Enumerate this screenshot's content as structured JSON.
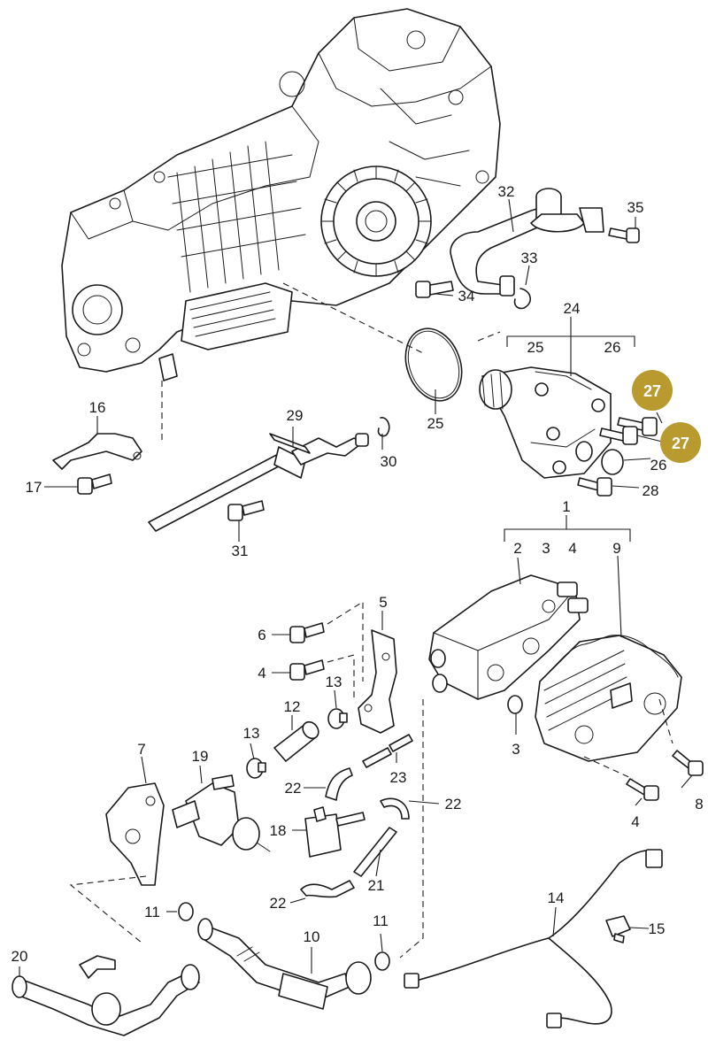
{
  "diagram": {
    "labels": {
      "l1": "1",
      "l2": "2",
      "l3a": "3",
      "l3b": "3",
      "l4a": "4",
      "l4b": "4",
      "l4c": "4",
      "l5": "5",
      "l6": "6",
      "l7": "7",
      "l8": "8",
      "l9": "9",
      "l10": "10",
      "l11a": "11",
      "l11b": "11",
      "l12": "12",
      "l13a": "13",
      "l13b": "13",
      "l14": "14",
      "l15": "15",
      "l16": "16",
      "l17": "17",
      "l18": "18",
      "l19": "19",
      "l20": "20",
      "l21": "21",
      "l22a": "22",
      "l22b": "22",
      "l22c": "22",
      "l23": "23",
      "l24": "24",
      "l25a": "25",
      "l25b": "25",
      "l26a": "26",
      "l26b": "26",
      "l28": "28",
      "l29": "29",
      "l30": "30",
      "l31": "31",
      "l32": "32",
      "l33": "33",
      "l34": "34",
      "l35": "35"
    },
    "highlight": {
      "badge1": "27",
      "badge2": "27",
      "color": "#b89a2e"
    }
  }
}
